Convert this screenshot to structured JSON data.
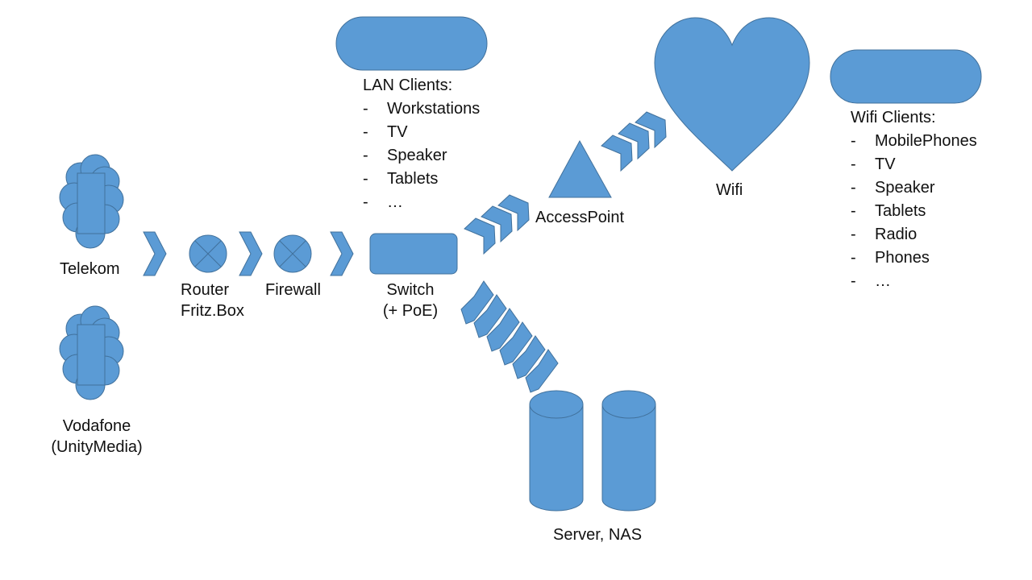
{
  "nodes": {
    "telekom": "Telekom",
    "vodafone": [
      "Vodafone",
      "(UnityMedia)"
    ],
    "router": [
      "Router",
      "Fritz.Box"
    ],
    "firewall": "Firewall",
    "switch": [
      "Switch",
      "(+ PoE)"
    ],
    "access_point": "AccessPoint",
    "wifi": "Wifi",
    "server_nas": "Server, NAS"
  },
  "lan_clients": {
    "title": "LAN Clients:",
    "items": [
      "Workstations",
      "TV",
      "Speaker",
      "Tablets",
      "…"
    ]
  },
  "wifi_clients": {
    "title": "Wifi Clients:",
    "items": [
      "MobilePhones",
      "TV",
      "Speaker",
      "Tablets",
      "Radio",
      "Phones",
      "…"
    ]
  },
  "colors": {
    "shape_fill": "#5b9bd5",
    "shape_stroke": "#41719c",
    "text": "#111111"
  },
  "icons": {
    "cloud": "cloud-icon",
    "router": "crossed-circle-icon",
    "firewall": "crossed-circle-icon",
    "switch": "rounded-rectangle-icon",
    "access_point": "triangle-icon",
    "wifi": "heart-icon",
    "storage": "cylinder-icon",
    "link": "chevron-arrow-icon"
  }
}
